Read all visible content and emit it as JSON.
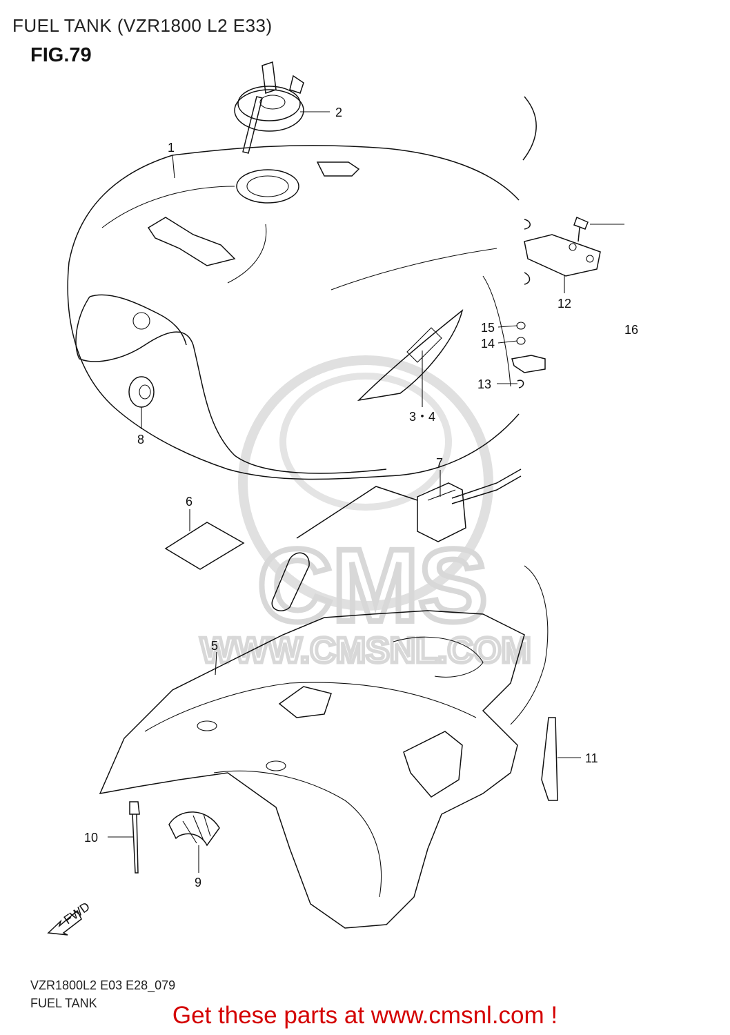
{
  "header": {
    "title": "FUEL TANK (VZR1800 L2 E33)",
    "figure": "FIG.79"
  },
  "watermark": {
    "brand": "CMS",
    "url": "WWW.CMSNL.COM"
  },
  "callouts": [
    {
      "id": "1",
      "label": "1"
    },
    {
      "id": "2",
      "label": "2"
    },
    {
      "id": "3-4",
      "label": "3・4"
    },
    {
      "id": "5",
      "label": "5"
    },
    {
      "id": "6",
      "label": "6"
    },
    {
      "id": "7",
      "label": "7"
    },
    {
      "id": "8",
      "label": "8"
    },
    {
      "id": "9",
      "label": "9"
    },
    {
      "id": "10",
      "label": "10"
    },
    {
      "id": "11",
      "label": "11"
    },
    {
      "id": "12",
      "label": "12"
    },
    {
      "id": "13",
      "label": "13"
    },
    {
      "id": "14",
      "label": "14"
    },
    {
      "id": "15",
      "label": "15"
    },
    {
      "id": "16",
      "label": "16"
    }
  ],
  "fwd_label": "FWD",
  "footer": {
    "code": "VZR1800L2 E03 E28_079",
    "name": "FUEL TANK"
  },
  "promo": "Get these parts at www.cmsnl.com !",
  "colors": {
    "promo": "#d40000",
    "line": "#111111",
    "watermark": "#d8d8d8"
  }
}
